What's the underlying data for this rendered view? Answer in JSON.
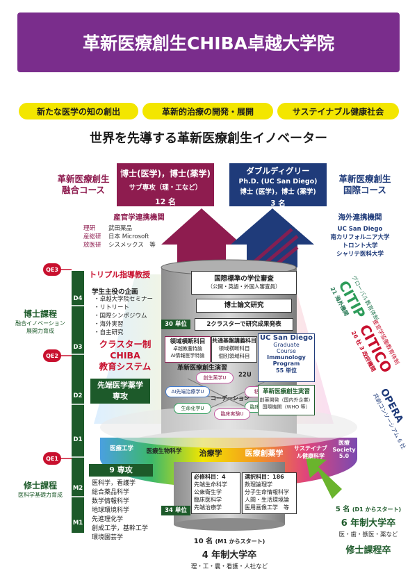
{
  "title": "革新医療創生CHIBA卓越大学院",
  "themes": [
    "新たな医学の知の創出",
    "革新的治療の開発・展開",
    "サステイナブル健康社会"
  ],
  "headline": "世界を先導する革新医療創生イノベーター",
  "left_course": {
    "name_line1": "革新医療創生",
    "name_line2": "融合コース",
    "box_line1": "博士(医学)，博士(薬学)",
    "box_line2": "サブ専攻（理・工など）",
    "box_count": "12 名"
  },
  "right_course": {
    "name_line1": "革新医療創生",
    "name_line2": "国際コース",
    "box_line1": "ダブルディグリー",
    "box_line2": "Ph.D. (UC San Diego)",
    "box_line3": "博士 (医学)，博士 (薬学)",
    "box_count": "3 名"
  },
  "industry": {
    "title": "産官学連携機関",
    "rows": [
      {
        "k": "理研",
        "v": "武田薬品"
      },
      {
        "k": "産総研",
        "v": "日本 Microsoft"
      },
      {
        "k": "放医研",
        "v": "シスメックス　等"
      }
    ]
  },
  "overseas": {
    "title": "海外連携機関",
    "items": [
      "UC San Diego",
      "南カリフォルニア大学",
      "トロント大学",
      "シャリテ医科大学"
    ]
  },
  "programs": {
    "citip_sub": "グローバル教育体制",
    "citip": "CITIP",
    "citip_note": "21 海外機関",
    "citico_sub": "産官学協働教育体制",
    "citico": "CITICO",
    "citico_note": "26 社 3 政府機関",
    "opera": "OPERA",
    "opera_note": "共創コンソーシアム 6 社"
  },
  "tower": {
    "review_title": "国際標準の学位審査",
    "review_sub": "（公開・英語・外国人審査員）",
    "thesis": "博士論文研究",
    "credits_30": "30 単位",
    "cluster_pres": "2クラスターで研究成果発表",
    "domain_title": "領域横断科目",
    "domain_sub1": "卓越教養特論",
    "domain_sub2": "AI情報医学特論",
    "common_title": "共通基盤講義科目",
    "common_sub1": "領域横断科目",
    "common_sub2": "個別領域科目",
    "ucsd_title": "UC San Diego",
    "ucsd_sub1": "Graduate",
    "ucsd_sub2": "Course",
    "ucsd_sub3": "Immunology",
    "ucsd_sub4": "Program",
    "ucsd_credits": "55 単位",
    "practice_title": "革新医療創生演習",
    "practice_u": "22U",
    "practice_center": "コーデーション",
    "bubbles": [
      "創生薬学U",
      "AI先端治療学U",
      "粘膜免疫U",
      "臨床発展治療U",
      "生命化学U",
      "臨床実験U"
    ],
    "practical_title": "革新医療創生実習",
    "practical_sub1": "創薬開発（国内外企業）",
    "practical_sub2": "国際機関（WHO 等）",
    "ring": [
      "医療工学",
      "医療生物科学",
      "治療学",
      "医療創薬学",
      "サステイナブル健康科学",
      "医療 Society 5.0"
    ],
    "req_title": "必修科目：4",
    "req_items": [
      "先端生命科学",
      "公衆衛生学",
      "臨床医科学",
      "先端治療学"
    ],
    "elec_title": "選択科目：186",
    "elec_items": [
      "数理論理学",
      "分子生命情報科学",
      "人間・生活環境論",
      "医用画像工学　等"
    ],
    "credits_34": "34 単位"
  },
  "left_side": {
    "triple": "トリプル指導教授",
    "events_title": "学生主役の企画",
    "events": [
      "・卓越大学院セミナー",
      "・リトリート",
      "・国際シンポジウム",
      "・海外実習",
      "・自主研究"
    ],
    "cluster_line1": "クラスター制",
    "cluster_line2": "CHIBA",
    "cluster_line3": "教育システム",
    "major_line1": "先端医学薬学",
    "major_line2": "専攻",
    "nine_major": "9 専攻",
    "majors": [
      "医科学，看護学",
      "総合薬品科学",
      "数学情報科学",
      "地球環境科学",
      "先進理化学",
      "創成工学，基幹工学",
      "環境園芸学"
    ],
    "doctor_title": "博士課程",
    "doctor_sub1": "融合イノベーション",
    "doctor_sub2": "展開力育成",
    "master_title": "修士課程",
    "master_sub": "医科学基礎力育成",
    "qe": [
      "QE3",
      "QE2",
      "QE1"
    ],
    "years": [
      "D4",
      "D3",
      "D2",
      "D1",
      "M2",
      "M1"
    ]
  },
  "bottom": {
    "count": "10 名",
    "count_note": "(M1 からスタート)",
    "title": "4 年制大学卒",
    "sub": "理・工・農・看護・人社など"
  },
  "right_bottom": {
    "count": "5 名",
    "count_note": "(D1 からスタート)",
    "title": "6 年制大学卒",
    "sub": "医・歯・獣医・薬など",
    "master": "修士課程卒"
  },
  "colors": {
    "purple": "#7a2d8c",
    "yellow": "#f3e600",
    "maroon": "#8e1c4f",
    "navy": "#1f3b7a",
    "green": "#1d5a2a",
    "red": "#c8102e"
  }
}
